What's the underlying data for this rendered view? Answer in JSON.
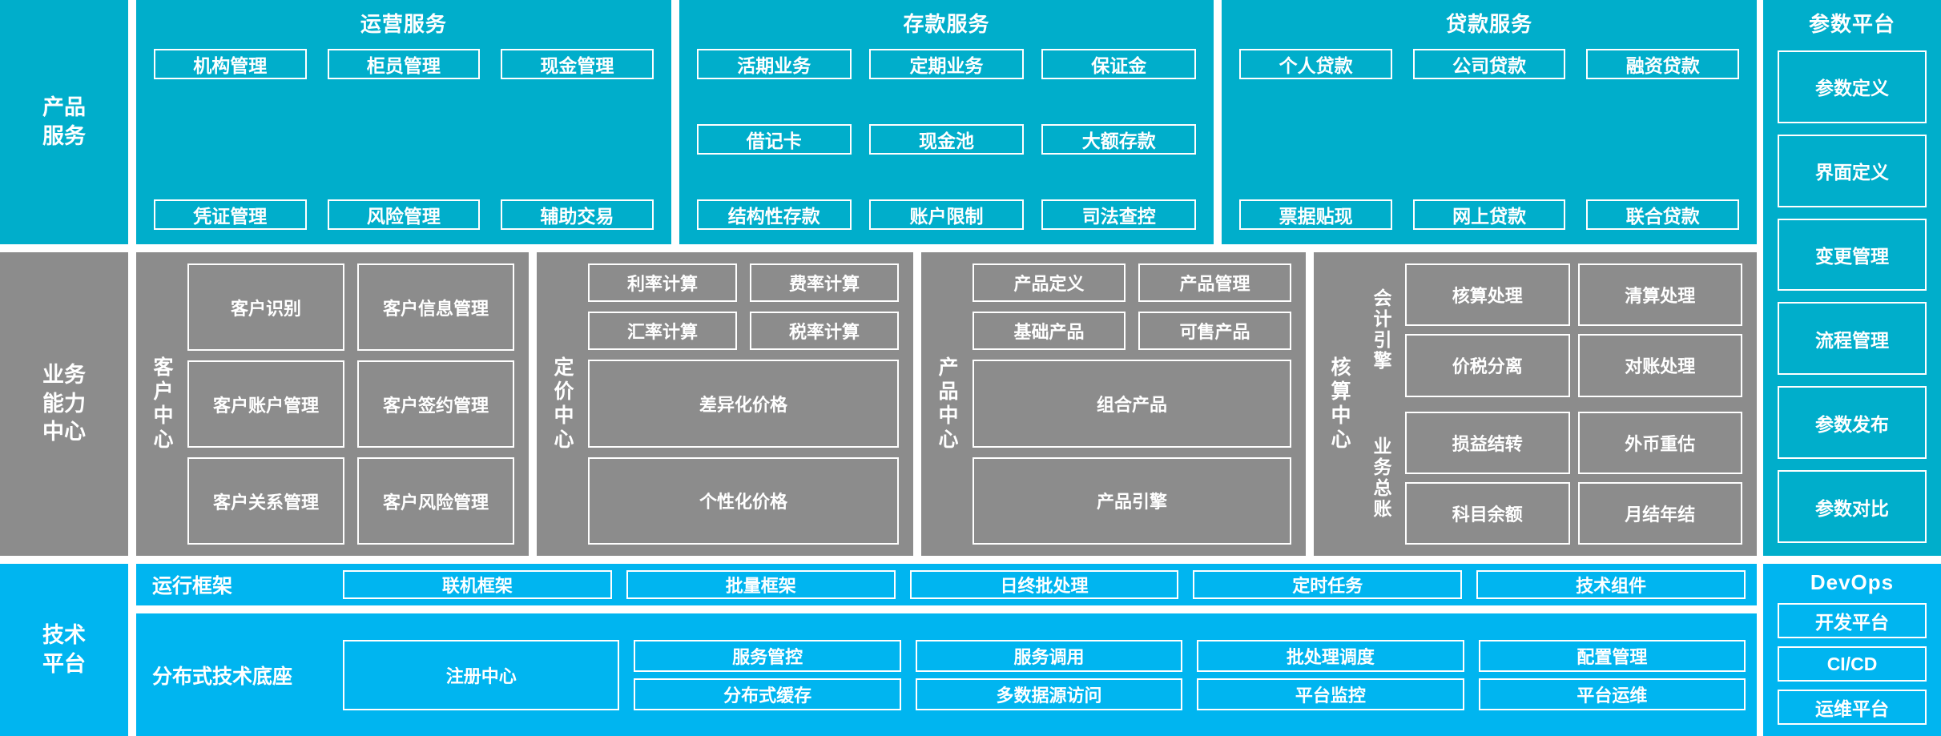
{
  "colors": {
    "teal": "#00AECB",
    "blue": "#00B5F0",
    "gray": "#8C8C8C",
    "border": "#FFFFFF",
    "text": "#FFFFFF"
  },
  "bands": {
    "product": {
      "label": "产品\n服务",
      "label_line1": "产品",
      "label_line2": "服务",
      "groups": [
        {
          "title": "运营服务",
          "items": [
            "机构管理",
            "柜员管理",
            "现金管理",
            "凭证管理",
            "风险管理",
            "辅助交易"
          ]
        },
        {
          "title": "存款服务",
          "items": [
            "活期业务",
            "定期业务",
            "保证金",
            "借记卡",
            "现金池",
            "大额存款",
            "结构性存款",
            "账户限制",
            "司法查控"
          ]
        },
        {
          "title": "贷款服务",
          "items": [
            "个人贷款",
            "公司贷款",
            "融资贷款",
            "票据贴现",
            "网上贷款",
            "联合贷款"
          ]
        }
      ]
    },
    "capability": {
      "label_line1": "业务",
      "label_line2": "能力",
      "label_line3": "中心",
      "centers": [
        {
          "name": "客户中心",
          "grid": [
            "客户识别",
            "客户信息管理",
            "客户账户管理",
            "客户签约管理",
            "客户关系管理",
            "客户风险管理"
          ],
          "full_rows": []
        },
        {
          "name": "定价中心",
          "grid": [
            "利率计算",
            "费率计算",
            "汇率计算",
            "税率计算"
          ],
          "full_rows": [
            "差异化价格",
            "个性化价格"
          ]
        },
        {
          "name": "产品中心",
          "grid": [
            "产品定义",
            "产品管理",
            "基础产品",
            "可售产品"
          ],
          "full_rows": [
            "组合产品",
            "产品引擎"
          ]
        },
        {
          "name": "核算中心",
          "sub_groups": [
            {
              "name": "会计引擎",
              "items": [
                "核算处理",
                "清算处理",
                "价税分离",
                "对账处理"
              ]
            },
            {
              "name": "业务总账",
              "items": [
                "损益结转",
                "外币重估",
                "科目余额",
                "月结年结"
              ]
            }
          ]
        }
      ]
    },
    "technical": {
      "label_line1": "技术",
      "label_line2": "平台",
      "rows": [
        {
          "label": "运行框架",
          "cells": [
            "联机框架",
            "批量框架",
            "日终批处理",
            "定时任务",
            "技术组件"
          ]
        },
        {
          "label": "分布式技术底座",
          "primary": "注册中心",
          "stacks": [
            [
              "服务管控",
              "分布式缓存"
            ],
            [
              "服务调用",
              "多数据源访问"
            ],
            [
              "批处理调度",
              "平台监控"
            ],
            [
              "配置管理",
              "平台运维"
            ]
          ]
        }
      ]
    }
  },
  "sidebar": {
    "param_platform": {
      "title": "参数平台",
      "items": [
        "参数定义",
        "界面定义",
        "变更管理",
        "流程管理",
        "参数发布",
        "参数对比"
      ]
    },
    "devops": {
      "title": "DevOps",
      "items": [
        "开发平台",
        "CI/CD",
        "运维平台"
      ]
    }
  }
}
